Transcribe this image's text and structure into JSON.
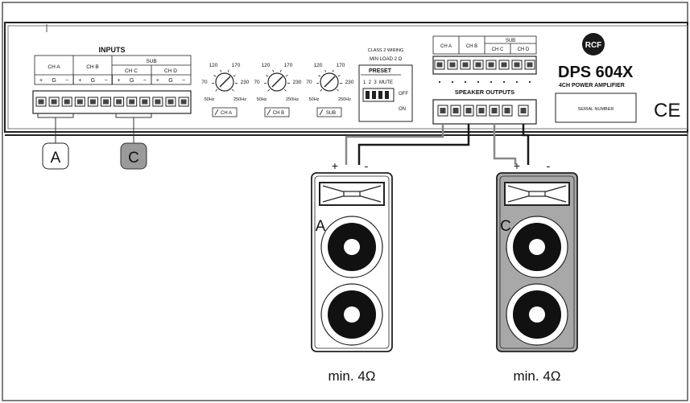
{
  "inputs": {
    "title": "INPUTS",
    "ch_a": "CH A",
    "ch_b": "CH B",
    "sub": "SUB",
    "ch_c": "CH C",
    "ch_d": "CH D",
    "pins": [
      "+",
      "G",
      "−",
      "+",
      "G",
      "−",
      "+",
      "G",
      "−",
      "+",
      "G",
      "−"
    ]
  },
  "knobs": [
    {
      "t1": "120",
      "t2": "170",
      "left": "70",
      "right": "230",
      "bl": "50Hz",
      "br": "250Hz",
      "tag": "CH A"
    },
    {
      "t1": "120",
      "t2": "170",
      "left": "70",
      "right": "230",
      "bl": "50Hz",
      "br": "250Hz",
      "tag": "CH B"
    },
    {
      "t1": "120",
      "t2": "170",
      "left": "70",
      "right": "230",
      "bl": "50Hz",
      "br": "250Hz",
      "tag": "SUB"
    }
  ],
  "preset": {
    "class_wiring": "CLASS 2 WIRING",
    "min_load": "MIN LOAD 2 Ω",
    "title": "PRESET",
    "nums": "1  2  3  MUTE",
    "off": "OFF",
    "on": "ON"
  },
  "speaker_outputs": {
    "ch_a": "CH A",
    "ch_b": "CH B",
    "sub": "SUB",
    "ch_c": "CH C",
    "ch_d": "CH D",
    "title": "SPEAKER OUTPUTS"
  },
  "brand": {
    "logo": "RCF",
    "model": "DPS 604X",
    "subtitle": "4CH POWER AMPLIFIER",
    "serial": "SERIAL NUMBER",
    "ce": "CE"
  },
  "tags": {
    "a": "A",
    "c": "C"
  },
  "speakers": [
    {
      "label": "A",
      "plus": "+",
      "minus": "-",
      "caption": "min. 4Ω",
      "fill": "#ffffff"
    },
    {
      "label": "C",
      "plus": "+",
      "minus": "-",
      "caption": "min. 4Ω",
      "fill": "#a8a8a8"
    }
  ],
  "colors": {
    "line": "#1a1a1a",
    "grey_fill": "#a8a8a8",
    "tag_c_fill": "#9a9a9a"
  }
}
